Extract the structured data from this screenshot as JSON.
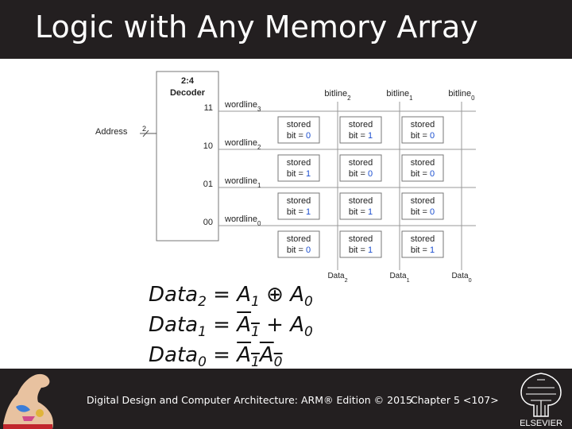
{
  "title": "Logic with Any Memory Array",
  "diagram": {
    "decoder_title": "2:4",
    "decoder_subtitle": "Decoder",
    "address_label": "Address",
    "address_width": "2",
    "rows": [
      {
        "code": "11",
        "wordline": "wordline",
        "index": "3",
        "bits": [
          "0",
          "1",
          "0"
        ]
      },
      {
        "code": "10",
        "wordline": "wordline",
        "index": "2",
        "bits": [
          "1",
          "0",
          "0"
        ]
      },
      {
        "code": "01",
        "wordline": "wordline",
        "index": "1",
        "bits": [
          "1",
          "1",
          "0"
        ]
      },
      {
        "code": "00",
        "wordline": "wordline",
        "index": "0",
        "bits": [
          "0",
          "1",
          "1"
        ]
      }
    ],
    "cell_line1": "stored",
    "cell_line2": "bit = ",
    "bitlines": [
      {
        "name": "bitline",
        "index": "2"
      },
      {
        "name": "bitline",
        "index": "1"
      },
      {
        "name": "bitline",
        "index": "0"
      }
    ],
    "outputs": [
      {
        "name": "Data",
        "index": "2"
      },
      {
        "name": "Data",
        "index": "1"
      },
      {
        "name": "Data",
        "index": "0"
      }
    ]
  },
  "equations": [
    {
      "lhs": "Data",
      "lhs_sub": "2",
      "parts": [
        {
          "t": "A",
          "s": "1",
          "ov": false
        },
        {
          "t": " ⊕ ",
          "s": "",
          "ov": false
        },
        {
          "t": "A",
          "s": "0",
          "ov": false
        }
      ]
    },
    {
      "lhs": "Data",
      "lhs_sub": "1",
      "parts": [
        {
          "t": "A",
          "s": "1",
          "ov": true
        },
        {
          "t": " + ",
          "s": "",
          "ov": false
        },
        {
          "t": "A",
          "s": "0",
          "ov": false
        }
      ]
    },
    {
      "lhs": "Data",
      "lhs_sub": "0",
      "parts": [
        {
          "t": "A",
          "s": "1",
          "ov": true
        },
        {
          "t": "A",
          "s": "0",
          "ov": true
        }
      ]
    }
  ],
  "footer": {
    "book": "Digital Design and Computer Architecture: ARM® Edition © 2015",
    "chapter": "Chapter 5 <107>"
  },
  "logos": {
    "left": "muscle-arm-logo",
    "right": "elsevier-logo",
    "right_text": "ELSEVIER"
  }
}
